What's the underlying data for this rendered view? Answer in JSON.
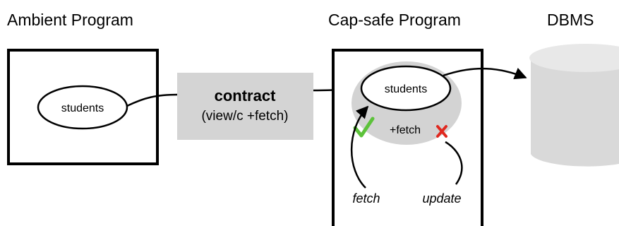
{
  "headings": {
    "ambient": "Ambient Program",
    "capsafe": "Cap-safe Program",
    "dbms": "DBMS"
  },
  "ambient": {
    "node_label": "students"
  },
  "contract": {
    "title": "contract",
    "subtitle": "(view/c +fetch)"
  },
  "capsafe": {
    "node_label": "students",
    "capability": "+fetch",
    "allowed_op": "fetch",
    "denied_op": "update"
  },
  "colors": {
    "stroke": "#000000",
    "contract_fill": "#d4d4d4",
    "wrapper_fill": "#d3d3d3",
    "db_fill": "#d9d9d9",
    "db_top": "#e8e8e8",
    "check": "#5cc23a",
    "cross": "#e0281f"
  },
  "icons": {
    "check": "check-icon",
    "cross": "cross-icon"
  }
}
